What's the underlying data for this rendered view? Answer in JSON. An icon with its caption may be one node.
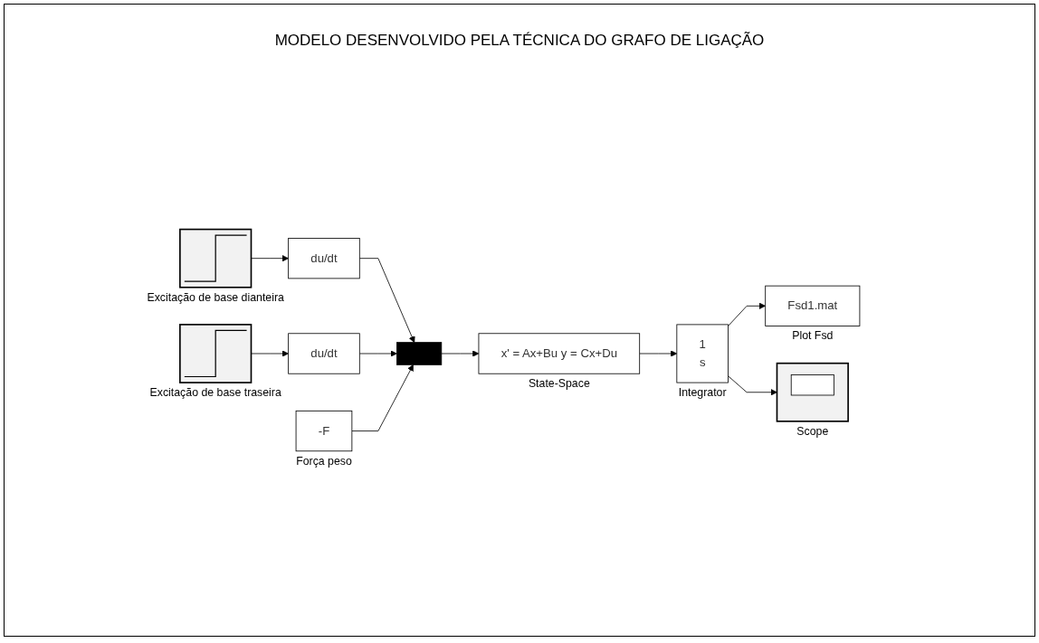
{
  "diagram": {
    "title": "MODELO DESENVOLVIDO PELA TÉCNICA DO GRAFO DE LIGAÇÃO",
    "nodes": [
      {
        "text": [],
        "shape": "picture",
        "beside": [
          "Excitação de base dianteira"
        ]
      },
      {
        "text": [
          "du/dt"
        ]
      },
      {
        "text": [],
        "shape": "picture",
        "beside": [
          "Excitação de base traseira"
        ]
      },
      {
        "text": [
          "du/dt"
        ]
      },
      {
        "text": [
          "-F"
        ],
        "beside": [
          "Força peso"
        ]
      },
      {
        "text": [],
        "shape": "bar"
      },
      {
        "text": [
          "x' = Ax+Bu y = Cx+Du"
        ],
        "beside": [
          "State-Space"
        ]
      },
      {
        "text": [
          "1",
          "s"
        ],
        "beside": [
          "Integrator"
        ]
      },
      {
        "text": [
          "Fsd1.mat"
        ],
        "beside": [
          "Plot Fsd"
        ]
      },
      {
        "text": [],
        "shape": "picture",
        "beside": [
          "Scope"
        ]
      }
    ],
    "edges": [
      {
        "from": 0,
        "to": 1,
        "arrow": "to"
      },
      {
        "from": 1,
        "to": 5,
        "arrow": "to"
      },
      {
        "from": 2,
        "to": 3,
        "arrow": "to"
      },
      {
        "from": 3,
        "to": 5,
        "arrow": "to"
      },
      {
        "from": 4,
        "to": 5,
        "arrow": "to"
      },
      {
        "from": 5,
        "to": 6,
        "arrow": "to"
      },
      {
        "from": 6,
        "to": 7,
        "arrow": "to"
      },
      {
        "from": 7,
        "to": 8,
        "arrow": "to"
      },
      {
        "from": 7,
        "to": 9,
        "arrow": "to"
      }
    ]
  }
}
